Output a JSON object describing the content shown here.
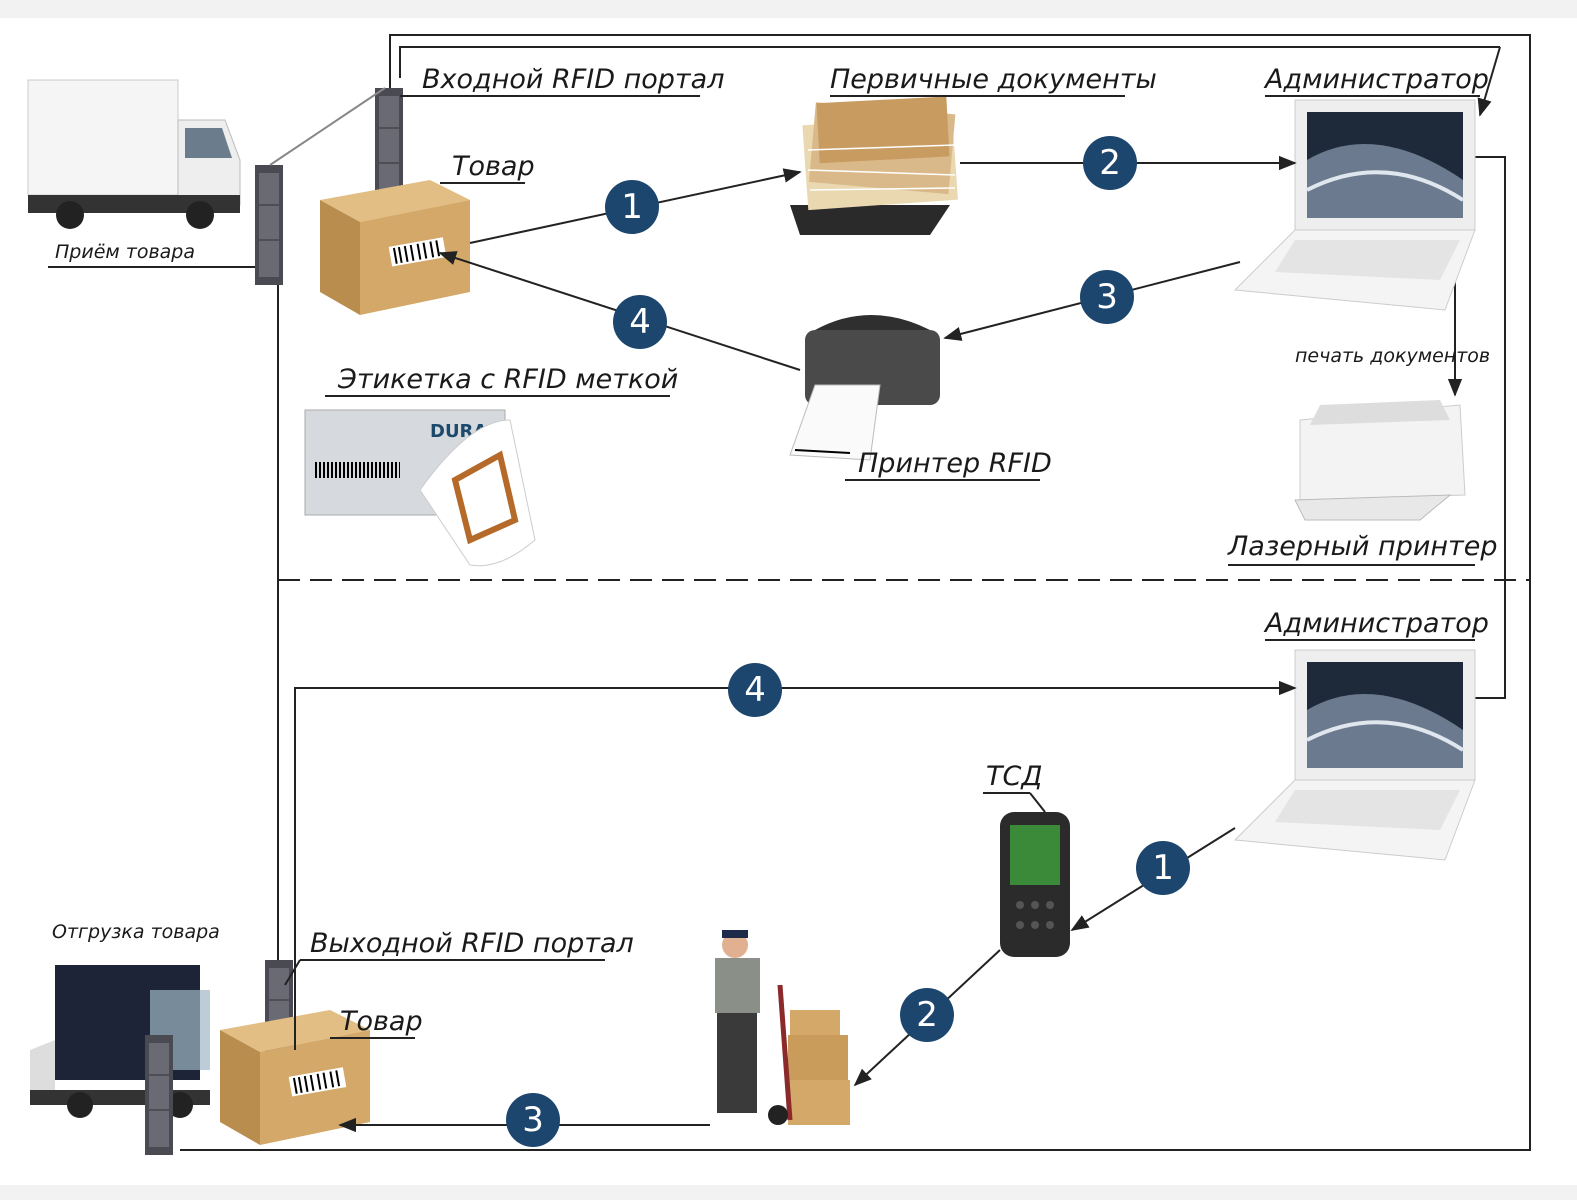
{
  "colors": {
    "step_circle": "#1d466e",
    "line": "#222222",
    "box": "#d3a868",
    "portal": "#4a4a52"
  },
  "top": {
    "labels": {
      "input_portal": "Входной RFID портал",
      "primary_docs": "Первичные документы",
      "admin": "Администратор",
      "goods": "Товар",
      "receiving": "Приём товара",
      "rfid_label": "Этикетка с RFID меткой",
      "rfid_printer": "Принтер RFID",
      "print_docs": "печать документов",
      "laser_printer": "Лазерный принтер"
    },
    "steps": [
      "1",
      "2",
      "3",
      "4"
    ]
  },
  "bottom": {
    "labels": {
      "admin": "Администратор",
      "tsd": "ТСД",
      "shipping": "Отгрузка товара",
      "output_portal": "Выходной RFID портал",
      "goods": "Товар"
    },
    "steps": [
      "1",
      "2",
      "3",
      "4"
    ]
  },
  "images": {
    "rfid_label_brand": "DURAP"
  }
}
